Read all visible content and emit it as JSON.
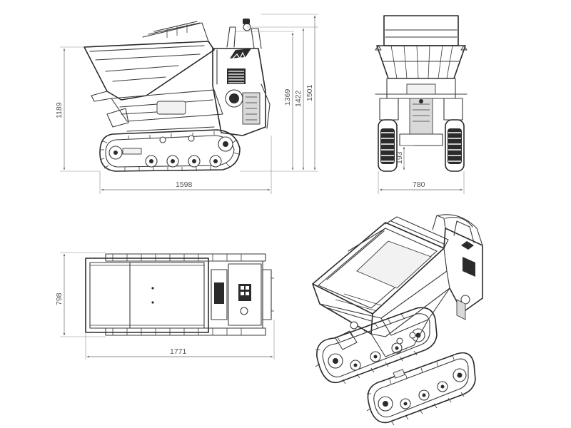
{
  "drawing": {
    "views": {
      "side": {
        "dims": {
          "length": "1598",
          "height_body": "1189",
          "height_dump": "1369",
          "height_handle": "1422",
          "height_total": "1501"
        }
      },
      "front": {
        "dims": {
          "width": "780",
          "ground_clearance": "193"
        }
      },
      "top": {
        "dims": {
          "length_total": "1771",
          "width_total": "798"
        }
      },
      "iso": {}
    }
  }
}
